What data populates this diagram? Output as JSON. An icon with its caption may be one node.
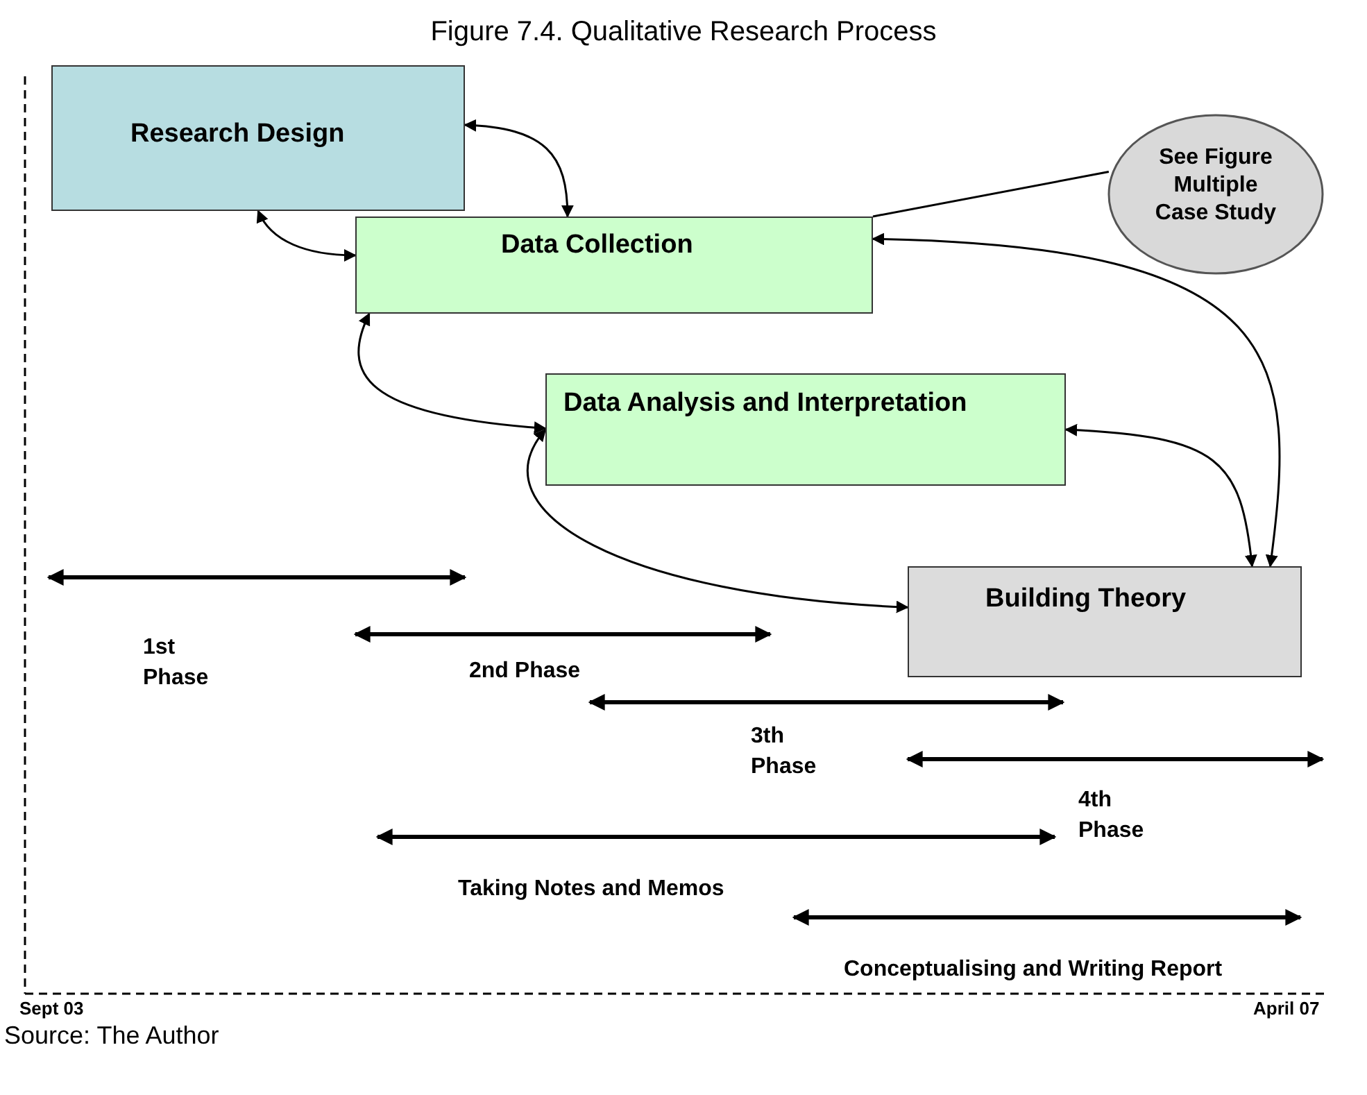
{
  "diagram": {
    "title": "Figure 7.4. Qualitative Research Process",
    "caption": "Source: The Author",
    "nodes": [
      {
        "text": [
          "Research Design"
        ]
      },
      {
        "text": [
          "See Figure Multiple Case Study"
        ]
      },
      {
        "text": [
          "Data Collection"
        ]
      },
      {
        "text": [
          "Data Analysis and Interpretation"
        ]
      },
      {
        "text": [
          "Building Theory"
        ]
      }
    ],
    "edges": [
      {
        "from": 0,
        "to": 2,
        "arrow": "both"
      },
      {
        "from": 0,
        "to": 2,
        "arrow": "both"
      },
      {
        "from": 2,
        "to": 3,
        "arrow": "both"
      },
      {
        "from": 2,
        "to": 1,
        "arrow": "none"
      },
      {
        "from": 3,
        "to": 4,
        "arrow": "both"
      },
      {
        "from": 2,
        "to": 4,
        "arrow": "both"
      },
      {
        "from": 3,
        "to": 4,
        "arrow": "both"
      }
    ],
    "labels": [
      "1st Phase",
      "2nd Phase",
      "3th Phase",
      "4th Phase",
      "Taking Notes and Memos",
      "Conceptualising and Writing Report",
      "Sept 03",
      "April 07"
    ]
  }
}
